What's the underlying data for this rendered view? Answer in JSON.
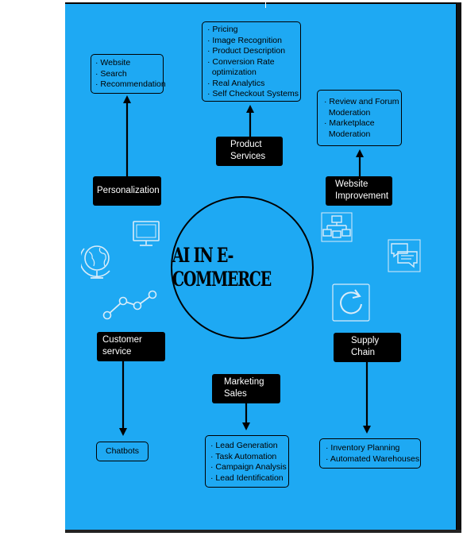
{
  "center": {
    "title": "AI IN E-COMMERCE"
  },
  "nodes": {
    "product_services": {
      "lines": [
        "Product",
        "Services"
      ]
    },
    "personalization": {
      "lines": [
        "Personalization"
      ]
    },
    "website_improvement": {
      "lines": [
        "Website",
        "Improvement"
      ]
    },
    "customer_service": {
      "lines": [
        "Customer",
        "service"
      ]
    },
    "marketing_sales": {
      "lines": [
        "Marketing",
        "Sales"
      ]
    },
    "supply_chain": {
      "lines": [
        "Supply",
        "Chain"
      ]
    }
  },
  "details": {
    "product_services": [
      "· Pricing",
      "· Image Recognition",
      "· Product Description",
      "· Conversion Rate",
      "  optimization",
      "· Real Analytics",
      "· Self Checkout Systems"
    ],
    "personalization": [
      "· Website",
      "· Search",
      "· Recommendation"
    ],
    "website_improvement": [
      "· Review and Forum",
      "  Moderation",
      "· Marketplace",
      "  Moderation"
    ],
    "customer_service": [
      "Chatbots"
    ],
    "marketing_sales": [
      "· Lead Generation",
      "· Task Automation",
      "· Campaign Analysis",
      "· Lead Identification"
    ],
    "supply_chain": [
      "· Inventory Planning",
      "· Automated Warehouses"
    ]
  },
  "icons": [
    "monitor-icon",
    "globe-icon",
    "trend-line-icon",
    "flowchart-icon",
    "chat-icon",
    "refresh-icon"
  ],
  "colors": {
    "background": "#1ea9f3",
    "node": "#000000",
    "outline": "#000000",
    "icon": "#d9ecf9"
  }
}
